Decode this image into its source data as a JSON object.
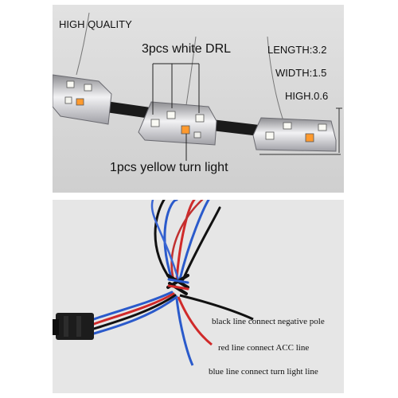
{
  "top_panel": {
    "header": "HIGH QUALITY",
    "drl_label": "3pcs white DRL",
    "turn_label": "1pcs yellow turn light",
    "dimensions": [
      {
        "label": "LENGTH",
        "sep": ":",
        "value": "3.2"
      },
      {
        "label": "WIDTH",
        "sep": ":",
        "value": "1.5"
      },
      {
        "label": "HIGH",
        "sep": ".",
        "value": "0.6"
      }
    ]
  },
  "bottom_panel": {
    "wire_labels": [
      {
        "text": "black line connect negative pole",
        "color": "#111111"
      },
      {
        "text": "red line connect ACC line",
        "color": "#d42828"
      },
      {
        "text": "blue line connect turn light line",
        "color": "#2850c8"
      }
    ]
  },
  "colors": {
    "white_led": "#fafaf4",
    "yellow_led": "#ff9a2e",
    "chrome": "#c8c8cc",
    "ribbon": "#1a1a1a"
  }
}
